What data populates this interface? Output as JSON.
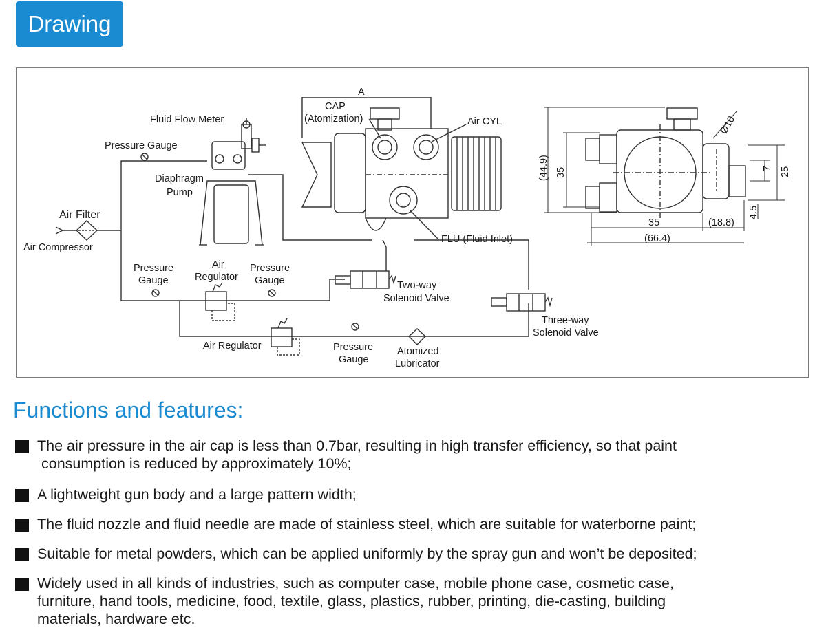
{
  "header": {
    "tab_label": "Drawing"
  },
  "diagram": {
    "labels": {
      "fluid_flow_meter": "Fluid Flow Meter",
      "pressure_gauge_top": "Pressure Gauge",
      "diaphragm": "Diaphragm",
      "pump": "Pump",
      "air_filter": "Air Filter",
      "air_compressor": "Air Compressor",
      "pressure_1": "Pressure",
      "gauge_1": "Gauge",
      "air": "Air",
      "regulator": "Regulator",
      "pressure_2": "Pressure",
      "gauge_2": "Gauge",
      "air_regulator_bottom": "Air Regulator",
      "pressure_3": "Pressure",
      "gauge_3": "Gauge",
      "atomized": "Atomized",
      "lubricator": "Lubricator",
      "cap": "CAP",
      "atomization": "(Atomization)",
      "air_cyl": "Air CYL",
      "flu": "FLU (Fluid Inlet)",
      "two_way": "Two-way",
      "solenoid_valve_1": "Solenoid Valve",
      "three_way": "Three-way",
      "solenoid_valve_2": "Solenoid Valve",
      "dim_a": "A",
      "dim_44_9": "(44.9)",
      "dim_35_v": "35",
      "dim_diam10": "Ø10",
      "dim_7": "7",
      "dim_25": "25",
      "dim_4_5": "4.5",
      "dim_35_h": "35",
      "dim_18_8": "(18.8)",
      "dim_66_4": "(66.4)"
    }
  },
  "features": {
    "title": "Functions and features:",
    "items": [
      "The air pressure in the air cap is less than 0.7bar, resulting in high transfer efficiency, so that paint\n consumption is reduced by approximately 10%;",
      "A lightweight gun body and a large pattern width;",
      "The fluid nozzle and fluid needle are made of stainless steel, which are suitable for waterborne paint;",
      "Suitable for metal powders, which can be applied uniformly by the spray gun and won’t be deposited;",
      "Widely used in all kinds of industries, such as computer case, mobile phone case, cosmetic case,\nfurniture, hand tools, medicine, food, textile, glass, plastics, rubber, printing, die-casting, building\nmaterials, hardware etc."
    ]
  }
}
